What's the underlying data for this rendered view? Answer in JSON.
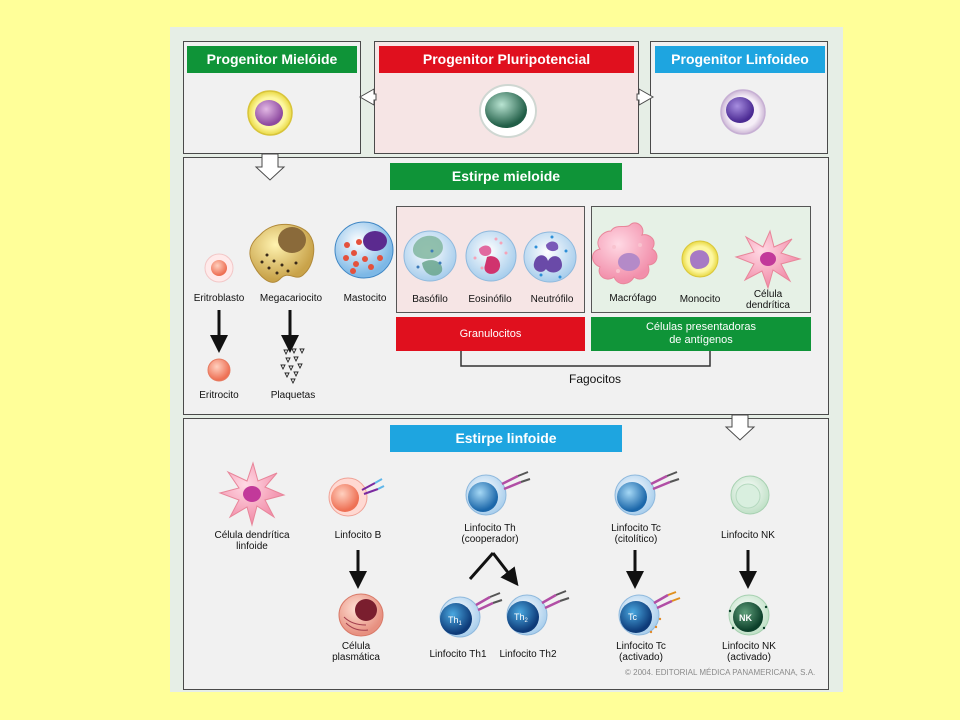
{
  "progenitors": {
    "myeloid": "Progenitor Mielóide",
    "pluripotent": "Progenitor Pluripotencial",
    "lymphoid": "Progenitor Linfoideo"
  },
  "myeloid_lineage": {
    "title": "Estirpe mieloide",
    "cells": {
      "eritroblasto": "Eritroblasto",
      "megacariocito": "Megacariocito",
      "mastocito": "Mastocito",
      "basofilo": "Basófilo",
      "eosinofilo": "Eosinófilo",
      "neutrofilo": "Neutrófilo",
      "macrofago": "Macrófago",
      "monocito": "Monocito",
      "celula_dendritica": "Célula\ndendrítica",
      "eritrocito": "Eritrocito",
      "plaquetas": "Plaquetas"
    },
    "groups": {
      "granulocitos": "Granulocitos",
      "apc": "Células presentadoras\nde antígenos",
      "fagocitos": "Fagocitos"
    }
  },
  "lymphoid_lineage": {
    "title": "Estirpe linfoide",
    "cells": {
      "dendritica_linfoide": "Célula dendrítica\nlinfoide",
      "linfocito_b": "Linfocito B",
      "linfocito_th": "Linfocito Th\n(cooperador)",
      "linfocito_tc": "Linfocito Tc\n(citolítico)",
      "linfocito_nk": "Linfocito NK",
      "celula_plasmatica": "Célula\nplasmática",
      "linfocito_th1": "Linfocito Th1",
      "linfocito_th2": "Linfocito Th2",
      "linfocito_tc_activado": "Linfocito Tc\n(activado)",
      "linfocito_nk_activado": "Linfocito NK\n(activado)"
    },
    "cell_marks": {
      "th1": "Th",
      "th1_sub": "1",
      "th2": "Th",
      "th2_sub": "2",
      "tc": "Tc",
      "nk": "NK"
    }
  },
  "credit": "© 2004. EDITORIAL MÉDICA PANAMERICANA, S.A.",
  "colors": {
    "page_background": "#ffff99",
    "green_header": "#0f9438",
    "red_header": "#e0101e",
    "blue_header": "#1ea5e0"
  }
}
